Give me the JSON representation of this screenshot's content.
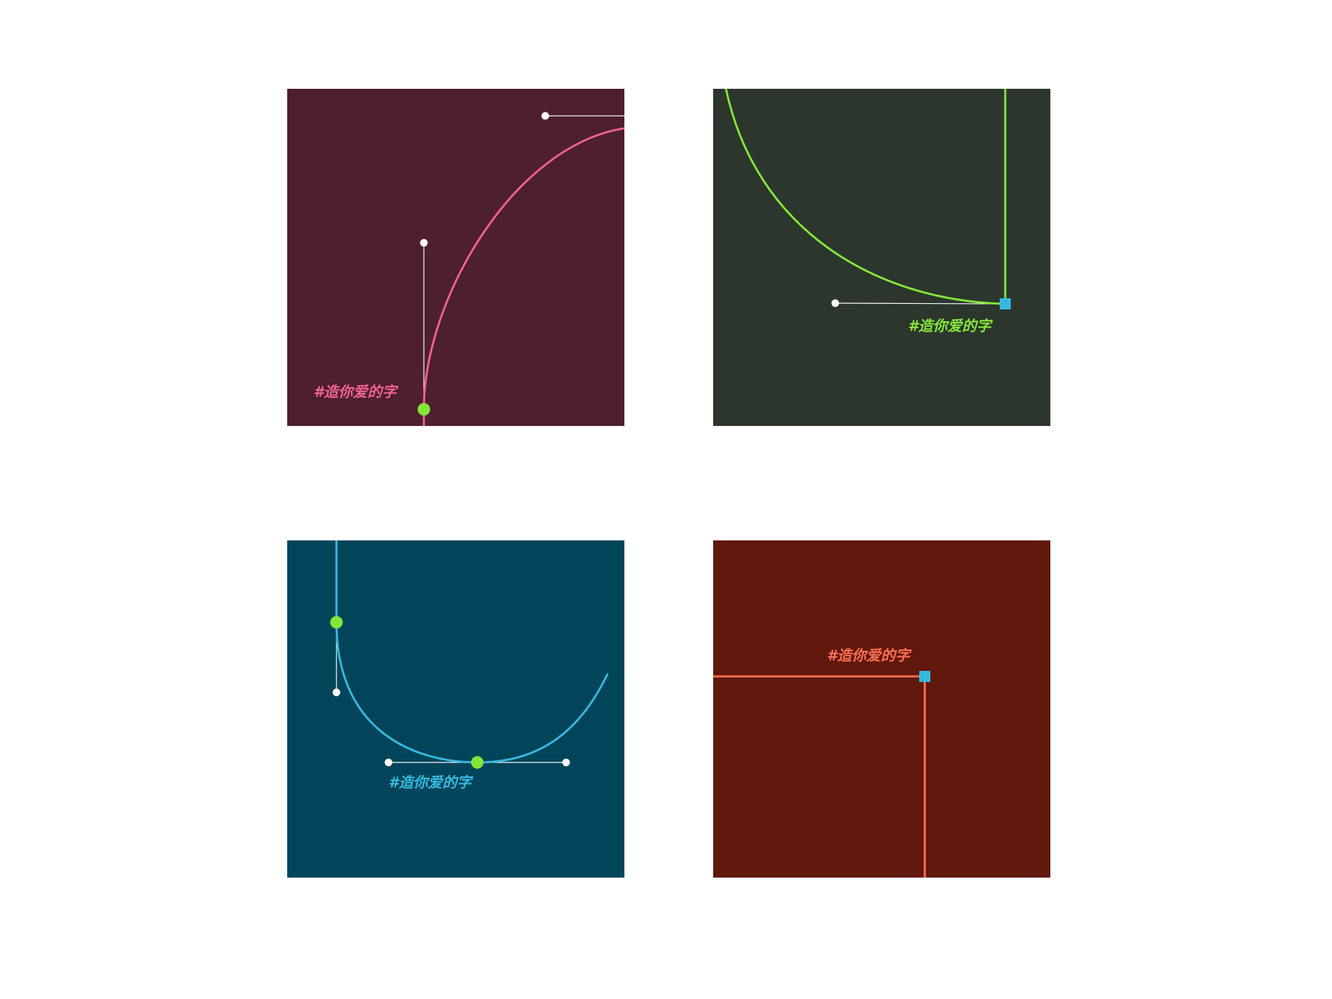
{
  "colors": {
    "page_background": "#ffffff",
    "anchor_point": "#84e63a",
    "corner_point": "#38b8df",
    "handle": "#ffffff"
  },
  "panels": [
    {
      "background": "#4e1f2e",
      "accent": "#f0628f",
      "tag": "#造你爱的字",
      "shape": "curve-with-two-handles"
    },
    {
      "background": "#2c362c",
      "accent": "#84e63a",
      "tag": "#造你爱的字",
      "shape": "curve-into-corner"
    },
    {
      "background": "#02455a",
      "accent": "#38b8df",
      "tag": "#造你爱的字",
      "shape": "u-curve-smooth-points"
    },
    {
      "background": "#60180d",
      "accent": "#ff6f52",
      "tag": "#造你爱的字",
      "shape": "right-angle-corner"
    }
  ]
}
